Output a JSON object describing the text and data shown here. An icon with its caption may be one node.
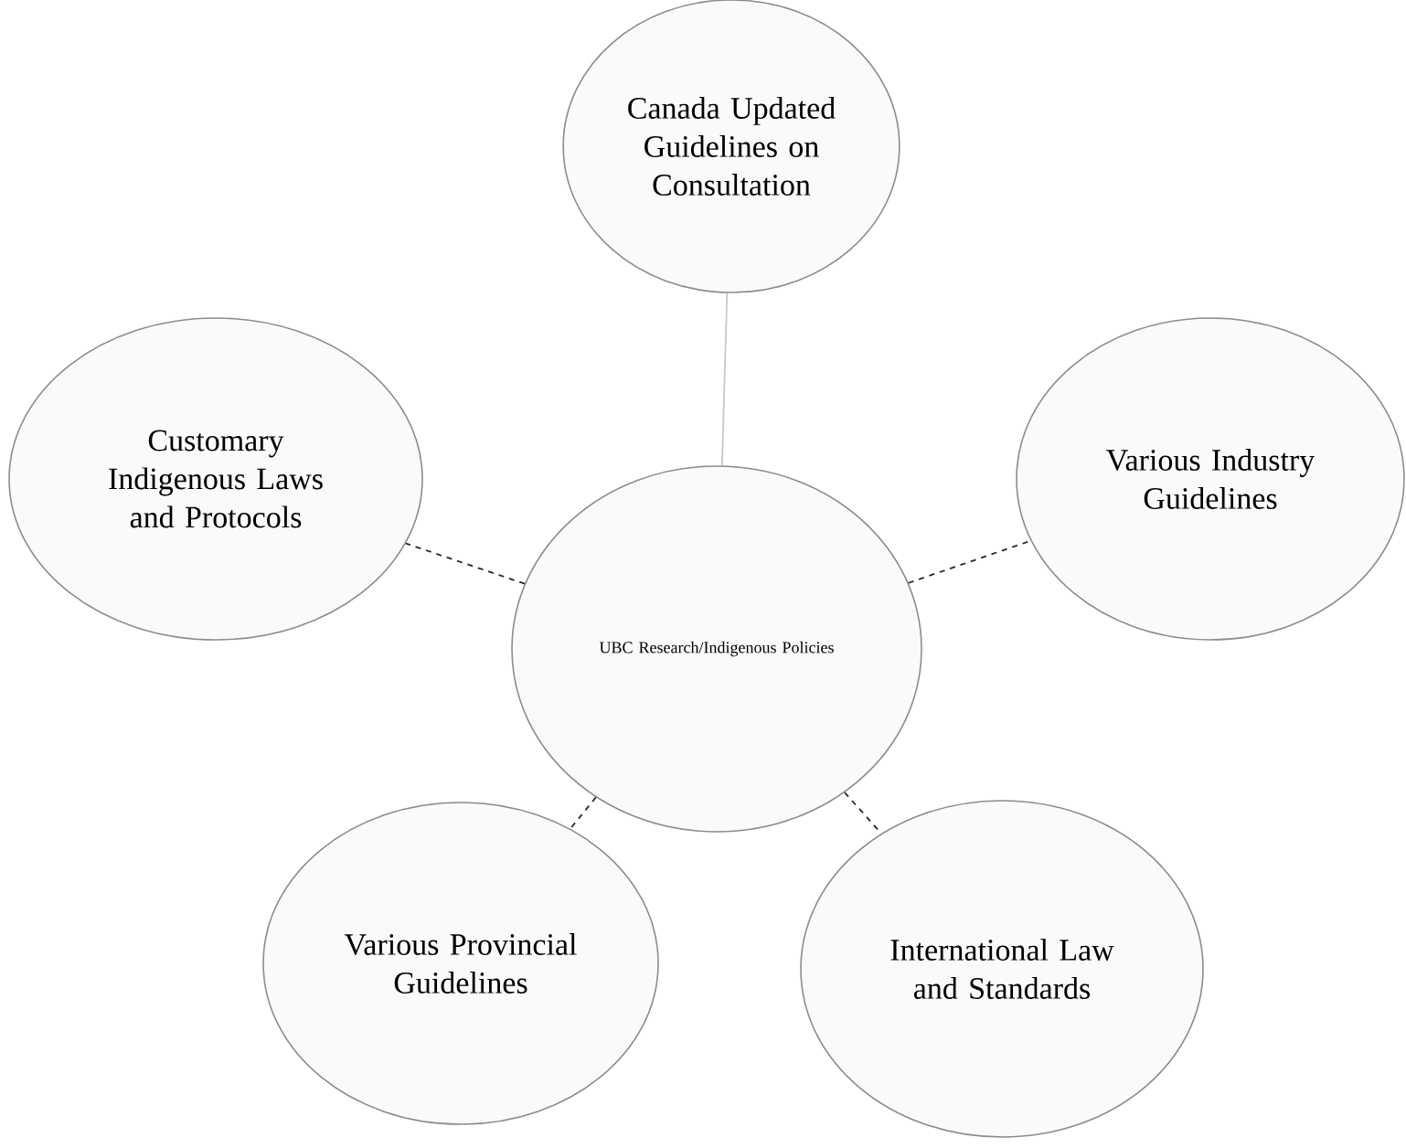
{
  "diagram": {
    "nodes": [
      {
        "text": [
          "Canada Updated Guidelines on Consultation"
        ]
      },
      {
        "text": [
          "Customary Indigenous Laws and Protocols"
        ]
      },
      {
        "text": [
          "UBC Research/Indigenous Policies"
        ]
      },
      {
        "text": [
          "Various Industry Guidelines"
        ]
      },
      {
        "text": [
          "Various Provincial Guidelines"
        ]
      },
      {
        "text": [
          "International Law and Standards"
        ]
      }
    ],
    "edges": [
      {
        "from": 2,
        "to": 0,
        "arrow": "none",
        "color": "#c8c8c8"
      },
      {
        "from": 2,
        "to": 1,
        "arrow": "none",
        "style": "dashed"
      },
      {
        "from": 2,
        "to": 3,
        "arrow": "none",
        "style": "dashed"
      },
      {
        "from": 2,
        "to": 4,
        "arrow": "none",
        "style": "dashed"
      },
      {
        "from": 2,
        "to": 5,
        "arrow": "none",
        "style": "dashed"
      }
    ]
  }
}
